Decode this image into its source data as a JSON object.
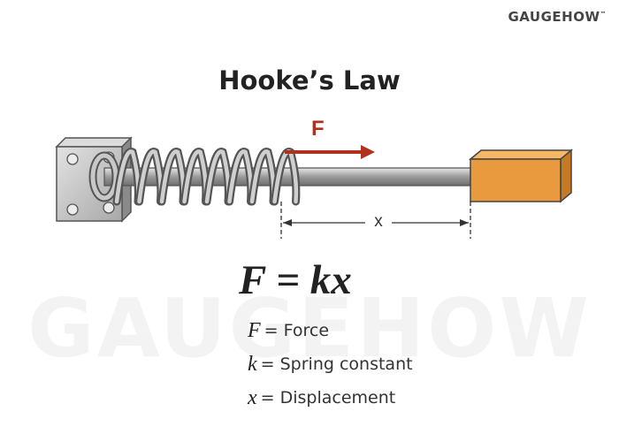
{
  "brand": "GAUGEHOW",
  "brand_mark": "™",
  "watermark": "GAUGEHOW",
  "title": "Hooke’s Law",
  "diagram": {
    "force_label": "F",
    "displacement_label": "x"
  },
  "equation": "F = kx",
  "legend": [
    {
      "symbol": "F",
      "definition": "= Force"
    },
    {
      "symbol": "k",
      "definition": "= Spring constant"
    },
    {
      "symbol": "x",
      "definition": "= Displacement"
    }
  ],
  "colors": {
    "force_arrow": "#b0321e",
    "block": "#e99a3f",
    "steel": "#b5b5b5"
  }
}
